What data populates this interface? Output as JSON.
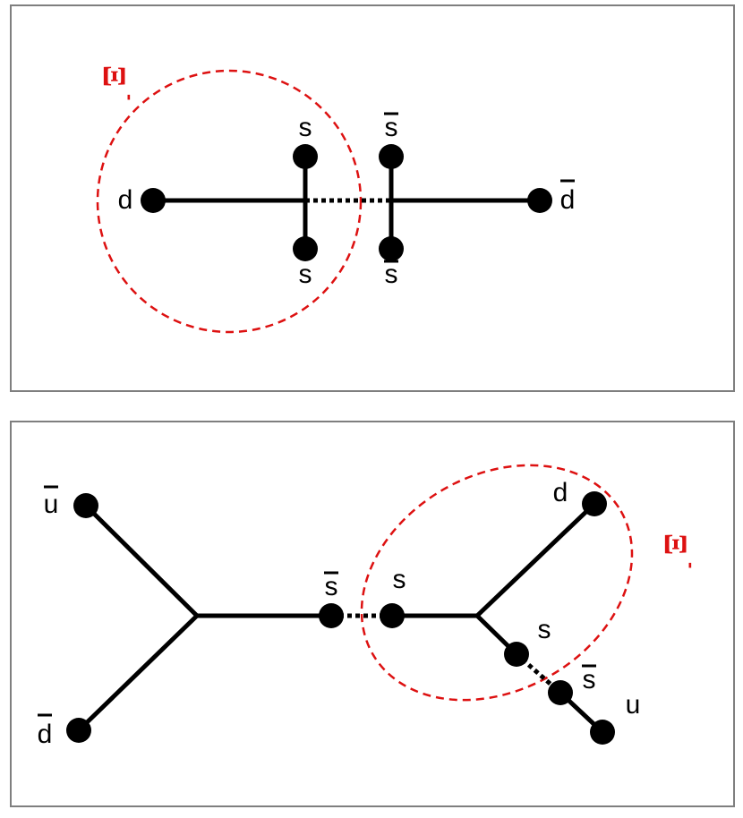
{
  "diagram": {
    "colors": {
      "panel_border": "#7f7f7f",
      "string": "#000000",
      "hadron_outline": "#dd1111",
      "hadron_label": "#dd1111"
    },
    "top_panel": {
      "hadron_label": "Ξ",
      "hadron_charge": "-",
      "quarks": {
        "d": "d",
        "d_bar": "d",
        "s_upper": "s",
        "s_lower": "s",
        "s_bar_upper": "s",
        "s_bar_lower": "s"
      }
    },
    "bottom_panel": {
      "hadron_label": "Ξ",
      "hadron_charge": "-",
      "quarks": {
        "u_bar": "u",
        "d_bar": "d",
        "s_bar_mid": "s",
        "s_mid": "s",
        "d": "d",
        "s_lower": "s",
        "s_bar_lower": "s",
        "u": "u"
      }
    }
  }
}
